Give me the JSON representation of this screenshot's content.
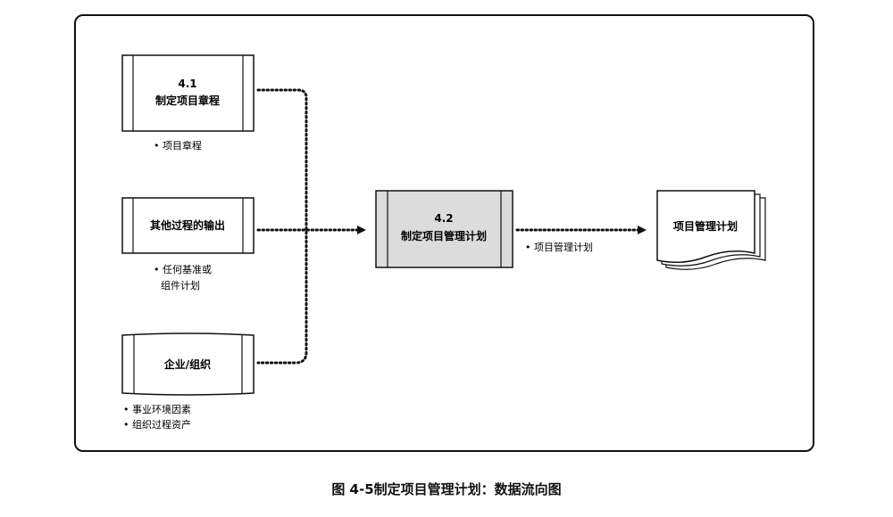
{
  "nodes": {
    "charter_box": {
      "num": "4.1",
      "title": "制定项目章程"
    },
    "other_outputs_box": {
      "title": "其他过程的输出"
    },
    "enterprise_box": {
      "title": "企业/组织"
    },
    "plan_process_box": {
      "num": "4.2",
      "title": "制定项目管理计划"
    },
    "plan_document": {
      "title": "项目管理计划"
    }
  },
  "notes": {
    "charter": [
      "• 项目章程"
    ],
    "other_outputs": [
      "• 任何基准或",
      "组件计划"
    ],
    "enterprise": [
      "•  事业环境因素",
      "•  组织过程资产"
    ],
    "output": [
      "• 项目管理计划"
    ]
  },
  "caption": "图 4-5制定项目管理计划：数据流向图",
  "colors": {
    "process_fill": "#dcdcdc",
    "line": "#111111"
  }
}
